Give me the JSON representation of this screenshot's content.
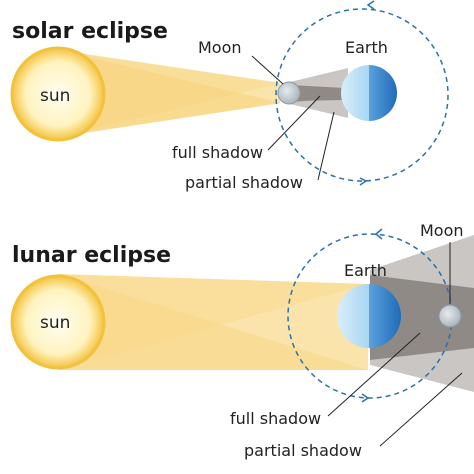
{
  "solar": {
    "title": "solar eclipse",
    "sun_label": "sun",
    "moon_label": "Moon",
    "earth_label": "Earth",
    "full_shadow_label": "full shadow",
    "partial_shadow_label": "partial shadow"
  },
  "lunar": {
    "title": "lunar eclipse",
    "sun_label": "sun",
    "moon_label": "Moon",
    "earth_label": "Earth",
    "full_shadow_label": "full shadow",
    "partial_shadow_label": "partial shadow"
  },
  "colors": {
    "sun_core": "#fffbe0",
    "sun_edge": "#f7c94a",
    "light_beam": "#fbe3a6",
    "light_beam_dark": "#f6cf72",
    "shadow_full": "#8f8a86",
    "shadow_partial": "#c9c6c3",
    "earth_light": "#cfe9f7",
    "earth_dark": "#2f7fc8",
    "moon": "#c9d2d8",
    "orbit": "#2a6fb2"
  }
}
